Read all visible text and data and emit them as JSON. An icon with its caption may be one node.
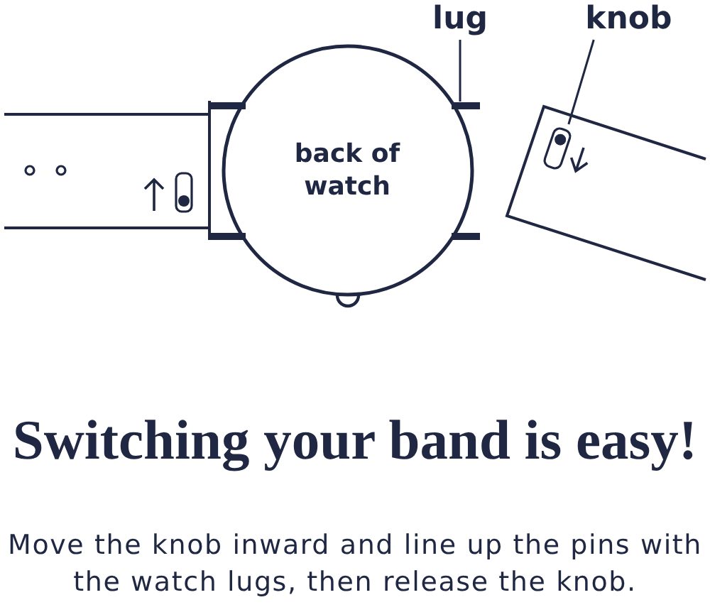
{
  "diagram": {
    "title": "Switching your band is easy!",
    "caption": "Move the knob inward and line up the pins with the watch lugs, then release the knob.",
    "nodes": [
      {
        "text": [
          "back of watch"
        ]
      },
      {
        "text": [
          "lug"
        ]
      },
      {
        "text": [],
        "shape": "bar"
      },
      {
        "text": [
          "knob"
        ]
      },
      {
        "text": [],
        "shape": "box"
      }
    ],
    "edges": [
      {
        "from": 1,
        "to": 2,
        "arrow": "none"
      },
      {
        "from": 3,
        "to": 4,
        "arrow": "none"
      }
    ]
  }
}
